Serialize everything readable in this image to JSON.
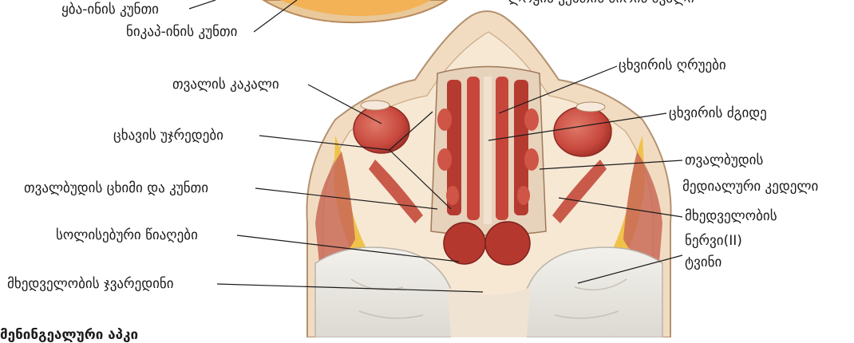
{
  "labels": {
    "top_left_1": "ყბა-ინის კუნთი",
    "top_left_2": "ნიკაპ-ინის კუნთი",
    "top_right_cut": "ლოყის კუნთის ძირის ძვალი",
    "eye_ball": "თვალის კაკალი",
    "ethmoid_cells": "ცხავის უჯრედები",
    "orbit_muscle": "თვალბუდის ცხიმი და კუნთი",
    "sphenoid_sinus": "სოლისებური წიაღები",
    "optic_chiasm": "მხედველობის ჯვარედინი",
    "bottom_cut": "მენინგეალური აპკი",
    "nasal_concha": "ცხვირის ღრუები",
    "nasal_septum": "ცხვირის ძგიდე",
    "orbit_wall_1": "თვალბუდის",
    "orbit_wall_2": "მედიალური კედელი",
    "optic_nerve_1": "მხედველობის",
    "optic_nerve_2": "ნერვი(II)",
    "brain": "ტვინი"
  }
}
